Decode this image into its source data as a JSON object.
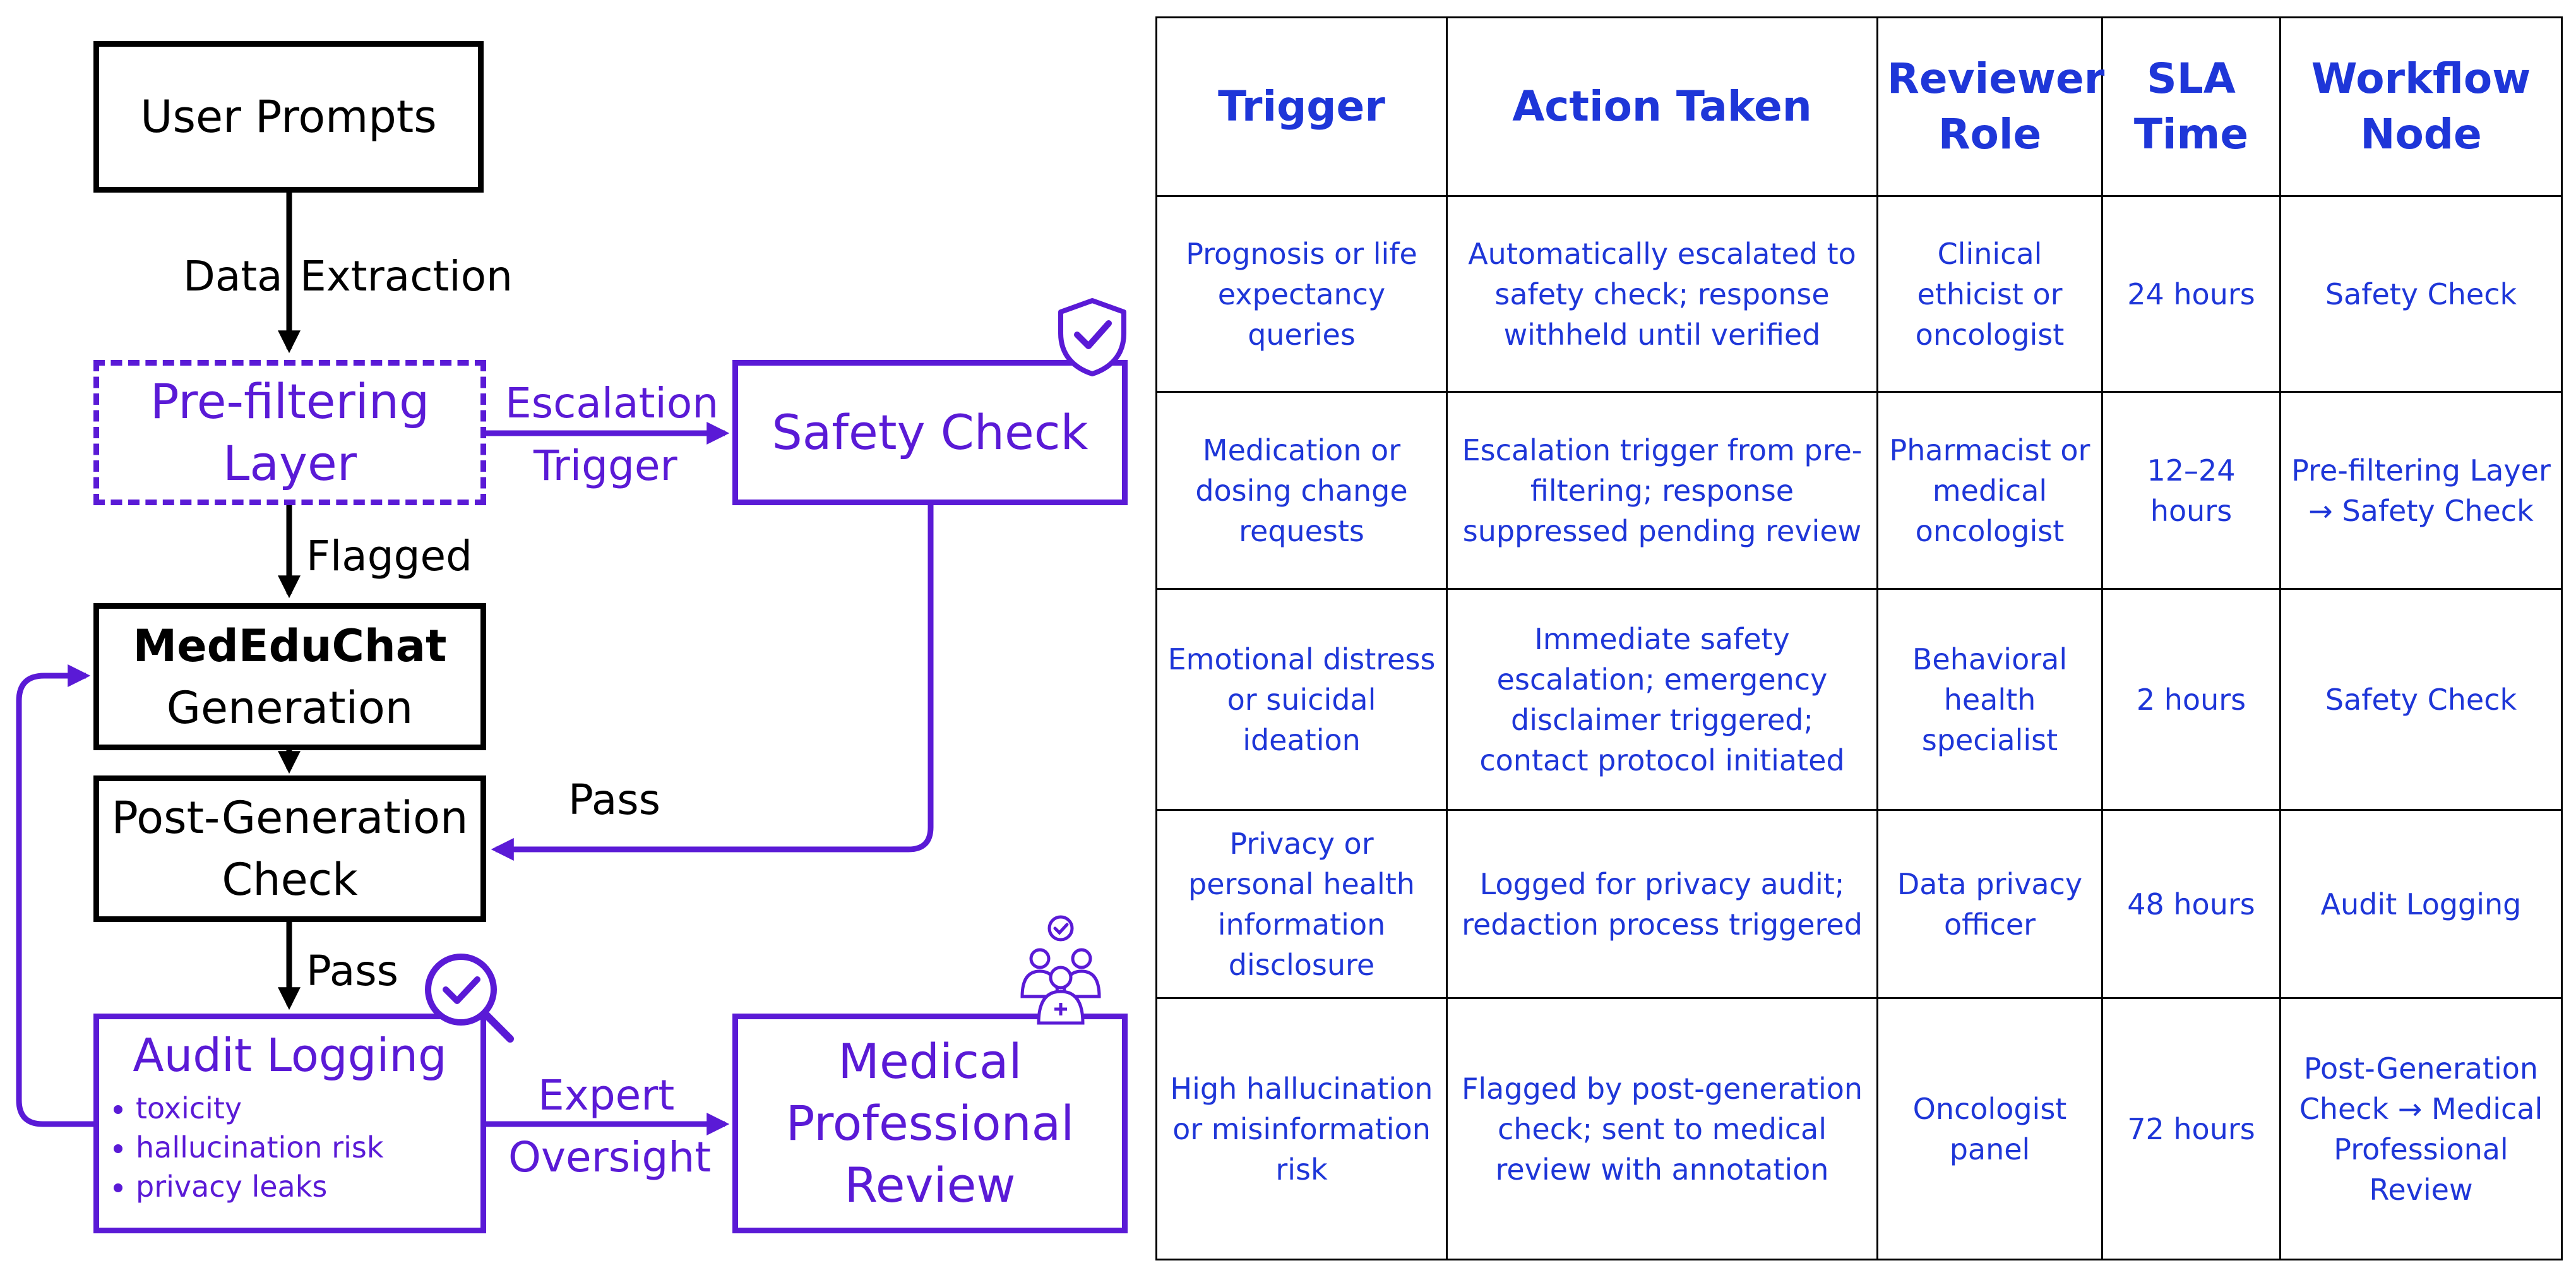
{
  "flowchart": {
    "nodes": {
      "user_prompts": "User Prompts",
      "prefilter_line1": "Pre-filtering",
      "prefilter_line2": "Layer",
      "safety_check": "Safety Check",
      "generation_line1": "MedEduChat",
      "generation_line2": "Generation",
      "postgen_line1": "Post-Generation",
      "postgen_line2": "Check",
      "audit_logging": "Audit Logging",
      "audit_items": [
        "toxicity",
        "hallucination risk",
        "privacy leaks"
      ],
      "review_line1": "Medical",
      "review_line2": "Professional",
      "review_line3": "Review"
    },
    "edges": {
      "data": "Data",
      "extraction": "Extraction",
      "escalation": "Escalation",
      "trigger": "Trigger",
      "flagged": "Flagged",
      "pass_safety": "Pass",
      "pass_postgen": "Pass",
      "expert": "Expert",
      "oversight": "Oversight"
    },
    "icons": [
      "shield-check-icon",
      "magnifier-check-icon",
      "medical-team-icon"
    ],
    "colors": {
      "accent": "#5a1ad6",
      "default": "#000000"
    }
  },
  "table": {
    "headers": [
      "Trigger",
      "Action Taken",
      "Reviewer Role",
      "SLA Time",
      "Workflow Node"
    ],
    "rows": [
      [
        "Prognosis or life expectancy queries",
        "Automatically escalated to safety check; response withheld until verified",
        "Clinical ethicist or oncologist",
        "24 hours",
        "Safety Check"
      ],
      [
        "Medication or dosing change requests",
        "Escalation trigger from pre-filtering; response suppressed pending review",
        "Pharmacist or medical oncologist",
        "12–24 hours",
        "Pre-filtering Layer → Safety Check"
      ],
      [
        "Emotional distress or suicidal ideation",
        "Immediate safety escalation; emergency disclaimer triggered; contact protocol initiated",
        "Behavioral health specialist",
        "2 hours",
        "Safety Check"
      ],
      [
        "Privacy or personal health information disclosure",
        "Logged for privacy audit; redaction process triggered",
        "Data privacy officer",
        "48 hours",
        "Audit Logging"
      ],
      [
        "High hallucination or misinformation risk",
        "Flagged by post-generation check; sent to medical review with annotation",
        "Oncologist panel",
        "72 hours",
        "Post-Generation Check → Medical Professional Review"
      ]
    ],
    "colors": {
      "text": "#1e36d8",
      "border": "#000000"
    }
  }
}
